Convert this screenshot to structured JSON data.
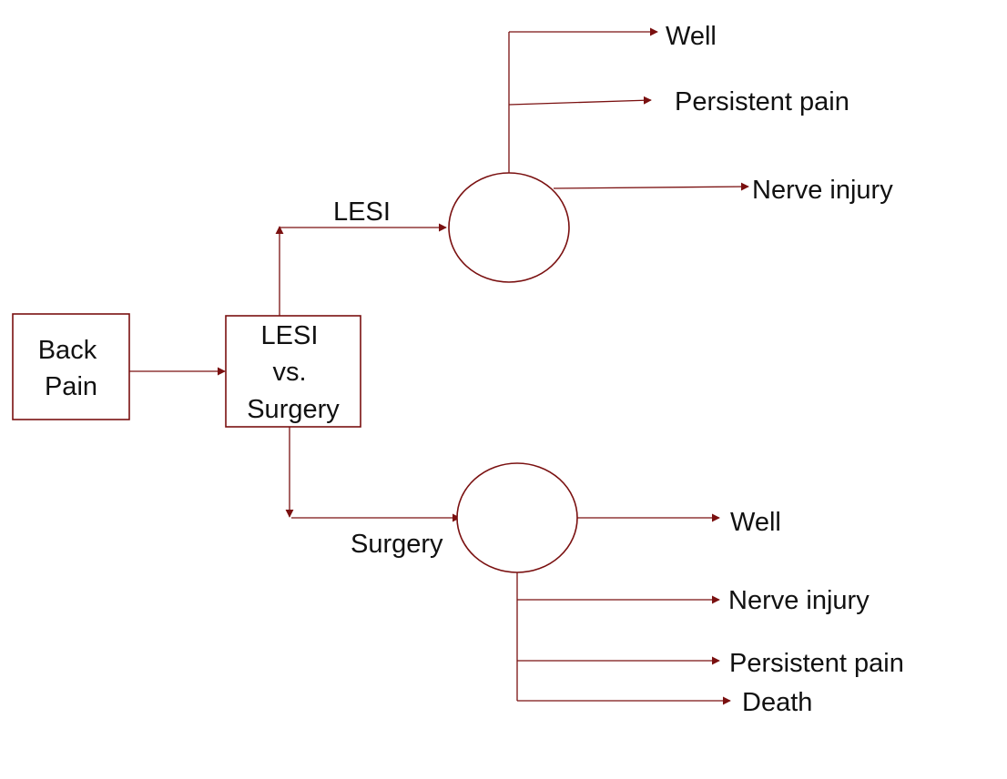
{
  "colors": {
    "line": "#7a1010",
    "text": "#111111",
    "background": "#ffffff"
  },
  "nodes": {
    "start": {
      "lines": [
        "Back",
        "Pain"
      ]
    },
    "decision": {
      "lines": [
        "LESI",
        "vs.",
        "Surgery"
      ]
    }
  },
  "branches": {
    "lesi": {
      "label": "LESI",
      "outcomes": [
        "Well",
        "Persistent pain",
        "Nerve injury"
      ]
    },
    "surgery": {
      "label": "Surgery",
      "outcomes": [
        "Well",
        "Nerve injury",
        "Persistent pain",
        "Death"
      ]
    }
  }
}
